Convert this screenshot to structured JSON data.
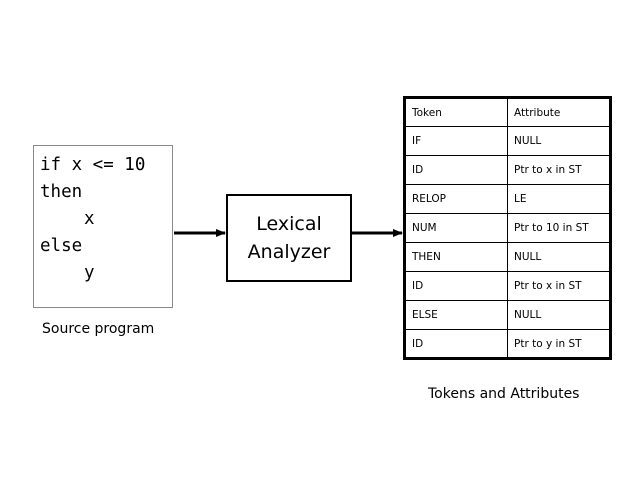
{
  "source": {
    "lines": [
      "if x <= 10",
      "then",
      "x",
      "else",
      "y"
    ],
    "caption": "Source program"
  },
  "lexer": {
    "line1": "Lexical",
    "line2": "Analyzer"
  },
  "token_table": {
    "headers": [
      "Token",
      "Attribute"
    ],
    "rows": [
      [
        "IF",
        "NULL"
      ],
      [
        "ID",
        "Ptr to x in ST"
      ],
      [
        "RELOP",
        "LE"
      ],
      [
        "NUM",
        "Ptr to 10 in ST"
      ],
      [
        "THEN",
        "NULL"
      ],
      [
        "ID",
        "Ptr to x in ST"
      ],
      [
        "ELSE",
        "NULL"
      ],
      [
        "ID",
        "Ptr to y in ST"
      ]
    ],
    "caption": "Tokens and Attributes"
  }
}
